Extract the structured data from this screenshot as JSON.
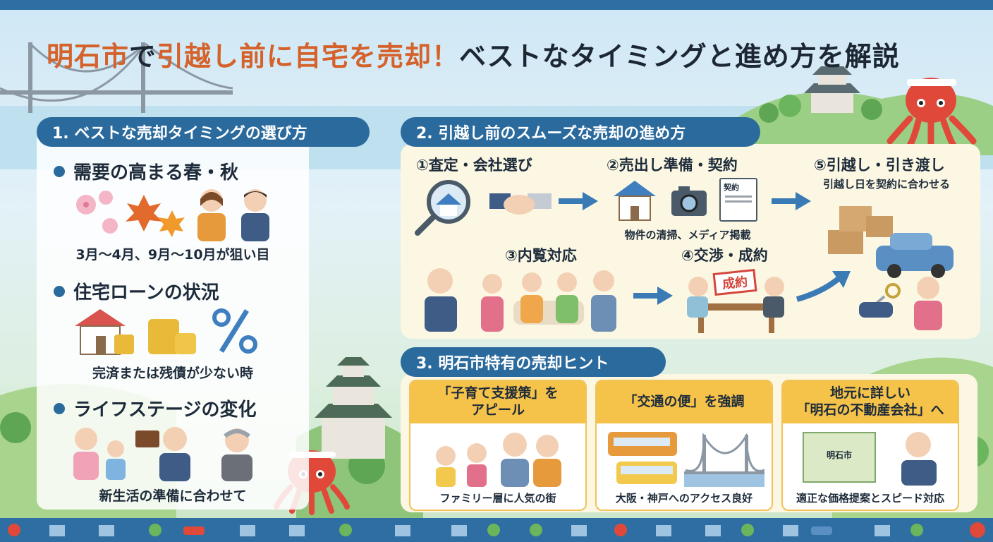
{
  "title": {
    "part1": "明石市",
    "part2": "で",
    "part3": "引越し前に自宅を売却！",
    "part4": "ベストなタイミングと進め方を解説"
  },
  "section1": {
    "tab": "1. ベストな売却タイミングの選び方",
    "items": [
      {
        "heading": "需要の高まる春・秋",
        "caption": "3月～4月、9月～10月が狙い目"
      },
      {
        "heading": "住宅ローンの状況",
        "caption": "完済または残債が少ない時"
      },
      {
        "heading": "ライフステージの変化",
        "caption": "新生活の準備に合わせて"
      }
    ]
  },
  "section2": {
    "tab": "2. 引越し前のスムーズな売却の進め方",
    "steps": [
      {
        "heading": "①査定・会社選び"
      },
      {
        "heading": "②売出し準備・契約",
        "caption": "物件の清掃、メディア掲載",
        "doc_label": "契約"
      },
      {
        "heading": "③内覧対応"
      },
      {
        "heading": "④交渉・成約",
        "stamp": "成約"
      },
      {
        "heading": "⑤引越し・引き渡し",
        "caption": "引越し日を契約に合わせる"
      }
    ]
  },
  "section3": {
    "tab": "3. 明石市特有の売却ヒント",
    "cards": [
      {
        "head": "「子育て支援策」を\nアピール",
        "foot": "ファミリー層に人気の街"
      },
      {
        "head": "「交通の便」を強調",
        "foot": "大阪・神戸へのアクセス良好"
      },
      {
        "head": "地元に詳しい\n「明石の不動産会社」へ",
        "foot": "適正な価格提案とスピード対応",
        "map_label": "明石市"
      }
    ]
  },
  "colors": {
    "accent_orange": "#d4622a",
    "section_blue": "#2b6a9c",
    "card_yellow": "#f5c24a",
    "cream": "#fbf7e3",
    "octopus_red": "#e0493a"
  },
  "icons": [
    "bridge-icon",
    "castle-icon",
    "octopus-icon",
    "sakura-icon",
    "maple-leaf-icon",
    "house-icon",
    "coin-stack-icon",
    "percent-icon",
    "magnifier-icon",
    "handshake-icon",
    "arrow-icon",
    "camera-icon",
    "contract-icon",
    "boxes-icon",
    "car-icon",
    "keys-icon",
    "train-icon",
    "bus-icon",
    "map-icon"
  ]
}
